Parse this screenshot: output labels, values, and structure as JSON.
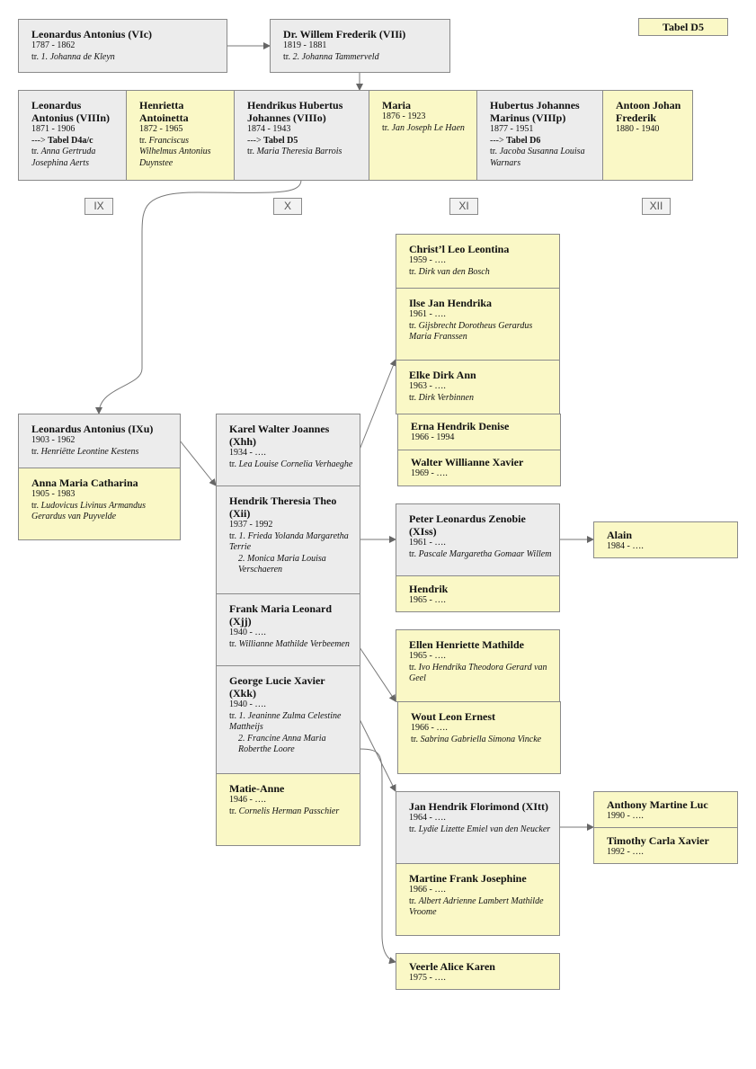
{
  "tabel": "Tabel D5",
  "roman": [
    "IX",
    "X",
    "XI",
    "XII"
  ],
  "persons": {
    "p1": {
      "name": "Leonardus Antonius (VIc)",
      "dates": "1787 - 1862",
      "tr": "tr. ",
      "spouse": "1. Johanna de Kleyn"
    },
    "p2": {
      "name": "Dr. Willem Frederik (VIIi)",
      "dates": "1819 - 1881",
      "tr": "tr. ",
      "spouse": "2. Johanna Tammerveld"
    },
    "c1": {
      "name": "Leonardus Antonius (VIIIn)",
      "dates": "1871 - 1906",
      "ref": "Tabel D4a/c",
      "tr": "tr. ",
      "spouse": "Anna Gertruda Josephina Aerts"
    },
    "c2": {
      "name": "Henrietta Antoinetta",
      "dates": "1872 - 1965",
      "tr": "tr. ",
      "spouse": "Franciscus Wilhelmus Antonius Duynstee"
    },
    "c3": {
      "name": "Hendrikus Hubertus Johannes (VIIIo)",
      "dates": "1874 - 1943",
      "ref": "Tabel D5",
      "tr": "tr. ",
      "spouse": "Maria Theresia Barrois"
    },
    "c4": {
      "name": "Maria",
      "dates": "1876 - 1923",
      "tr": "tr. ",
      "spouse": "Jan Joseph Le Haen"
    },
    "c5": {
      "name": "Hubertus Johannes Marinus (VIIIp)",
      "dates": "1877 - 1951",
      "ref": "Tabel D6",
      "tr": "tr. ",
      "spouse": "Jacoba Susanna Louisa Warnars"
    },
    "c6": {
      "name": "Antoon Johan Frederik",
      "dates": "1880 - 1940"
    },
    "g1": {
      "name": "Leonardus Antonius (IXu)",
      "dates": "1903 - 1962",
      "tr": "tr. ",
      "spouse": "Henriëtte Leontine Kestens"
    },
    "g2": {
      "name": "Anna Maria Catharina",
      "dates": "1905 - 1983",
      "tr": "tr. ",
      "spouse": "Ludovicus Livinus Armandus Gerardus van Puyvelde"
    },
    "x1": {
      "name": "Karel Walter Joannes (Xhh)",
      "dates": "1934 - ….",
      "tr": "tr. ",
      "spouse": "Lea Louise Cornelia Verhaeghe"
    },
    "x2": {
      "name": "Hendrik Theresia Theo (Xii)",
      "dates": "1937 - 1992",
      "tr": "tr. ",
      "spouse": "1. Frieda Yolanda Margaretha Terrie",
      "spouse2": "2. Monica Maria Louisa Verschaeren"
    },
    "x3": {
      "name": "Frank Maria Leonard (Xjj)",
      "dates": "1940 - ….",
      "tr": "tr. ",
      "spouse": "Willianne Mathilde Verbeemen"
    },
    "x4": {
      "name": "George Lucie Xavier (Xkk)",
      "dates": "1940 - ….",
      "tr": "tr. ",
      "spouse": "1. Jeaninne Zulma Celestine Mattheijs",
      "spouse2": "2. Francine Anna Maria Roberthe Loore"
    },
    "x5": {
      "name": "Matie-Anne",
      "dates": "1946 - ….",
      "tr": "tr. ",
      "spouse": "Cornelis Herman Passchier"
    },
    "k1": {
      "name": "Christ’l Leo Leontina",
      "dates": "1959 - ….",
      "tr": "tr. ",
      "spouse": "Dirk van den Bosch"
    },
    "k2": {
      "name": "Ilse Jan Hendrika",
      "dates": "1961 - ….",
      "tr": "tr. ",
      "spouse": "Gijsbrecht Dorotheus Gerardus Maria Franssen"
    },
    "k3": {
      "name": "Elke Dirk Ann",
      "dates": "1963 - ….",
      "tr": "tr. ",
      "spouse": "Dirk Verbinnen"
    },
    "k4": {
      "name": "Erna Hendrik Denise",
      "dates": "1966 - 1994"
    },
    "k5": {
      "name": "Walter Willianne Xavier",
      "dates": "1969 - …."
    },
    "k6": {
      "name": "Peter Leonardus Zenobie (XIss)",
      "dates": "1961 - ….",
      "tr": "tr. ",
      "spouse": "Pascale Margaretha Gomaar Willem"
    },
    "k7": {
      "name": "Hendrik",
      "dates": "1965 - …."
    },
    "k8": {
      "name": "Ellen Henriette Mathilde",
      "dates": "1965 - ….",
      "tr": "tr. ",
      "spouse": "Ivo Hendrika Theodora Gerard van Geel"
    },
    "k9": {
      "name": "Wout Leon Ernest",
      "dates": "1966 - ….",
      "tr": "tr. ",
      "spouse": "Sabrina Gabriella Simona Vincke"
    },
    "k10": {
      "name": "Jan Hendrik Florimond (XItt)",
      "dates": "1964 - ….",
      "tr": "tr. ",
      "spouse": "Lydie Lizette Emiel van den Neucker"
    },
    "k11": {
      "name": "Martine Frank Josephine",
      "dates": "1966 - ….",
      "tr": "tr. ",
      "spouse": "Albert Adrienne Lambert Mathilde Vroome"
    },
    "k12": {
      "name": "Veerle Alice Karen",
      "dates": "1975 - …."
    },
    "e1": {
      "name": "Alain",
      "dates": "1984 - …."
    },
    "e2": {
      "name": "Anthony Martine Luc",
      "dates": "1990 - …."
    },
    "e3": {
      "name": "Timothy Carla Xavier",
      "dates": "1992 - …."
    }
  }
}
